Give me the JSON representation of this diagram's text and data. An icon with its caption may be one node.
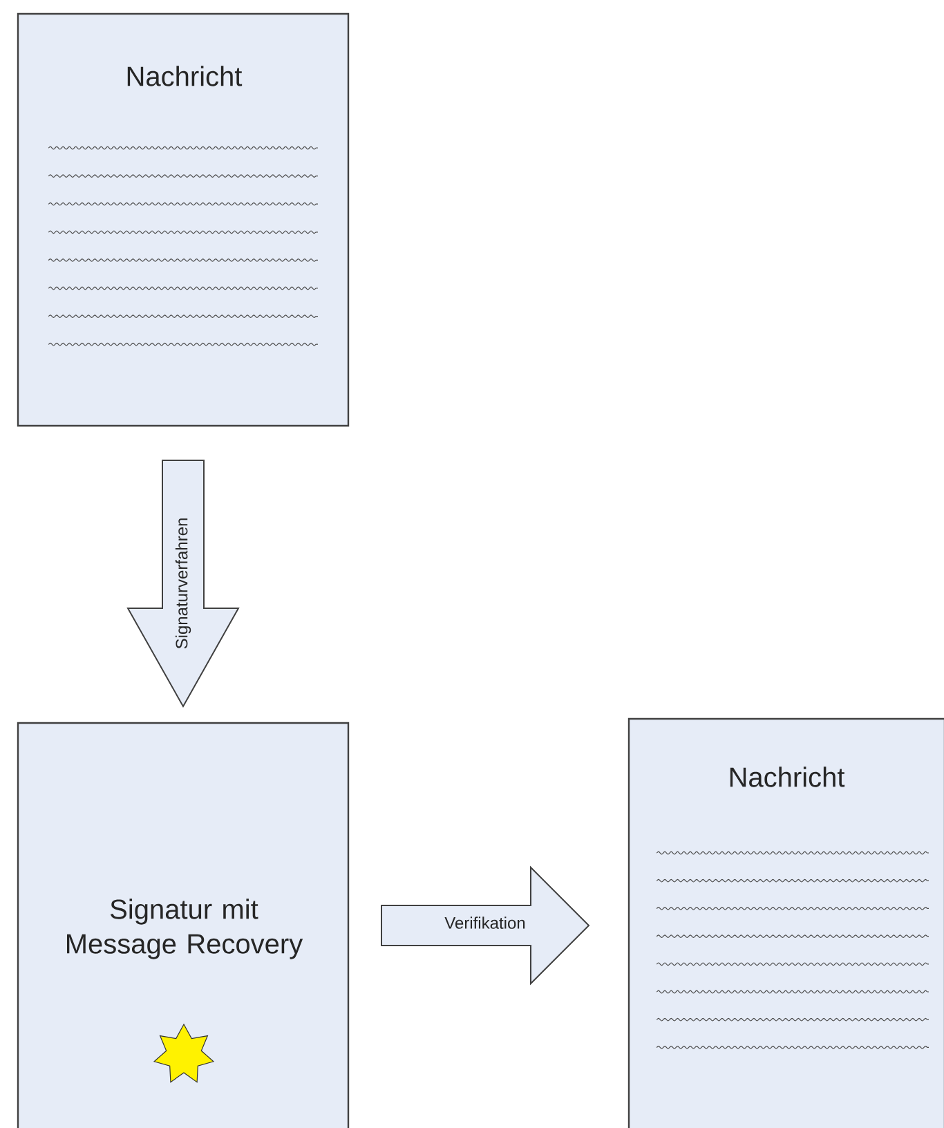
{
  "diagram": {
    "nodes": [
      {
        "text": [
          "Nachricht"
        ]
      },
      {
        "text": [
          "Signatur mit Message Recovery"
        ]
      },
      {
        "text": [
          "Nachricht"
        ]
      }
    ],
    "edges": [
      {
        "from": 0,
        "to": 1,
        "arrow": "to",
        "label": "Signaturverfahren"
      },
      {
        "from": 1,
        "to": 2,
        "arrow": "to",
        "label": "Verifikation"
      }
    ]
  }
}
